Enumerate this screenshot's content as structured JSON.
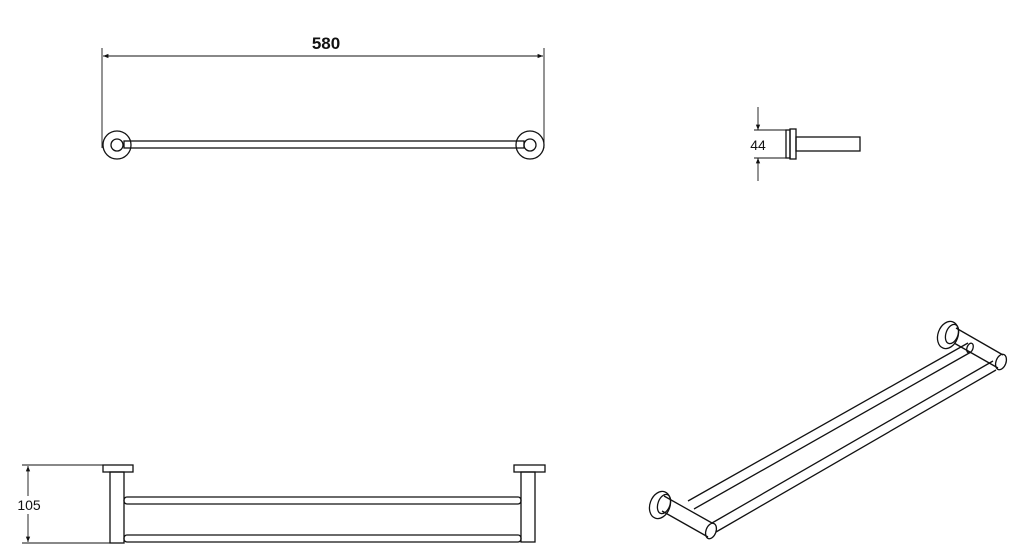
{
  "drawing": {
    "top_view": {
      "width_dimension": "580"
    },
    "side_view": {
      "depth_dimension": "44"
    },
    "front_view": {
      "height_dimension": "105"
    },
    "isometric_view": {},
    "line_color": "#111111",
    "background_color": "#ffffff"
  }
}
